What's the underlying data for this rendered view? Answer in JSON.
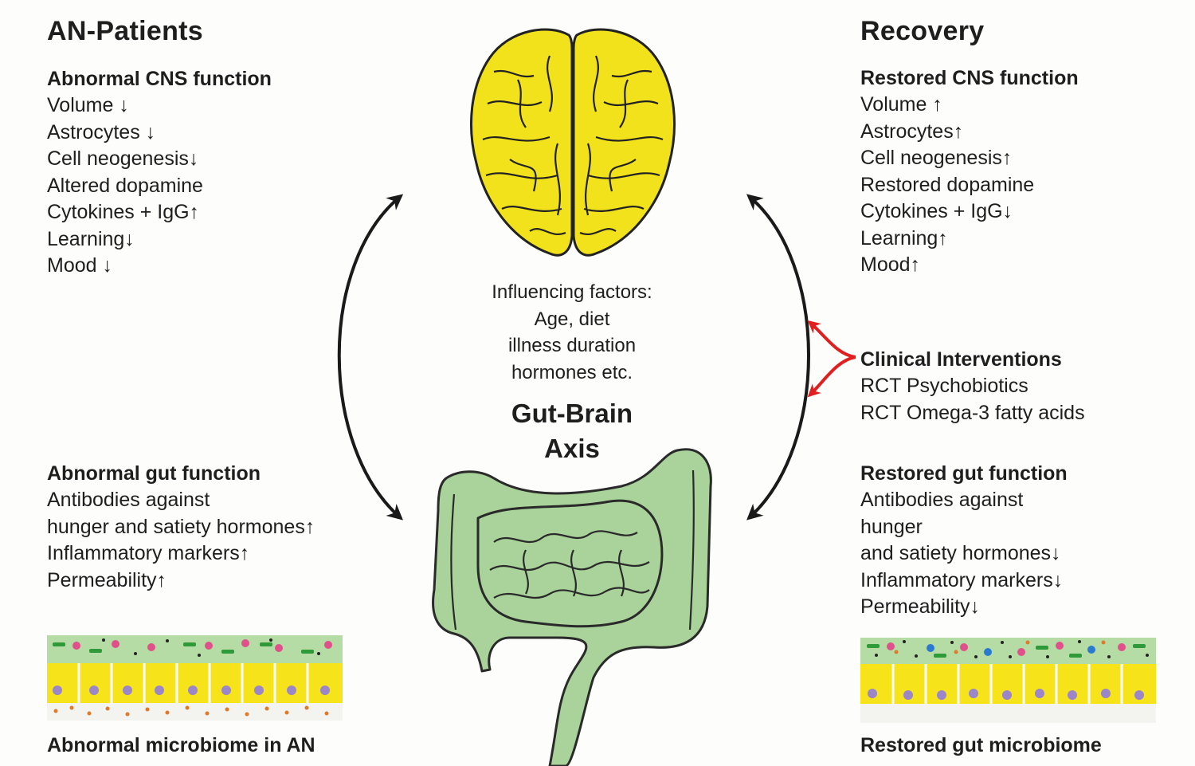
{
  "left": {
    "heading": "AN-Patients",
    "cns": {
      "title": "Abnormal CNS function",
      "items": [
        "Volume ↓",
        "Astrocytes ↓",
        "Cell neogenesis↓",
        "Altered dopamine",
        "Cytokines + IgG↑",
        "Learning↓",
        "Mood ↓"
      ]
    },
    "gut": {
      "title": "Abnormal gut function",
      "items": [
        "Antibodies against",
        "hunger and satiety hormones↑",
        "Inflammatory markers↑",
        "Permeability↑"
      ]
    },
    "microbiome_label": "Abnormal microbiome in AN"
  },
  "right": {
    "heading": "Recovery",
    "cns": {
      "title": "Restored CNS function",
      "items": [
        "Volume  ↑",
        "Astrocytes↑",
        "Cell neogenesis↑",
        "Restored dopamine",
        "Cytokines + IgG↓",
        "Learning↑",
        "Mood↑"
      ]
    },
    "interventions": {
      "title": "Clinical Interventions",
      "items": [
        "RCT Psychobiotics",
        "RCT Omega-3 fatty acids"
      ]
    },
    "gut": {
      "title": "Restored gut function",
      "items": [
        "Antibodies against",
        "hunger",
        "and satiety hormones↓",
        "Inflammatory markers↓",
        "Permeability↓"
      ]
    },
    "microbiome_label": "Restored gut microbiome"
  },
  "center": {
    "factors": [
      "Influencing factors:",
      "Age, diet",
      "illness duration",
      "hormones etc."
    ],
    "axis_label": [
      "Gut-Brain",
      "Axis"
    ]
  },
  "colors": {
    "brain": "#f2e21c",
    "gut": "#a9d39a",
    "arrow_black": "#1a1a1a",
    "arrow_red": "#e02020",
    "epithelium": "#f7e31a",
    "nucleus": "#9a86c8"
  }
}
